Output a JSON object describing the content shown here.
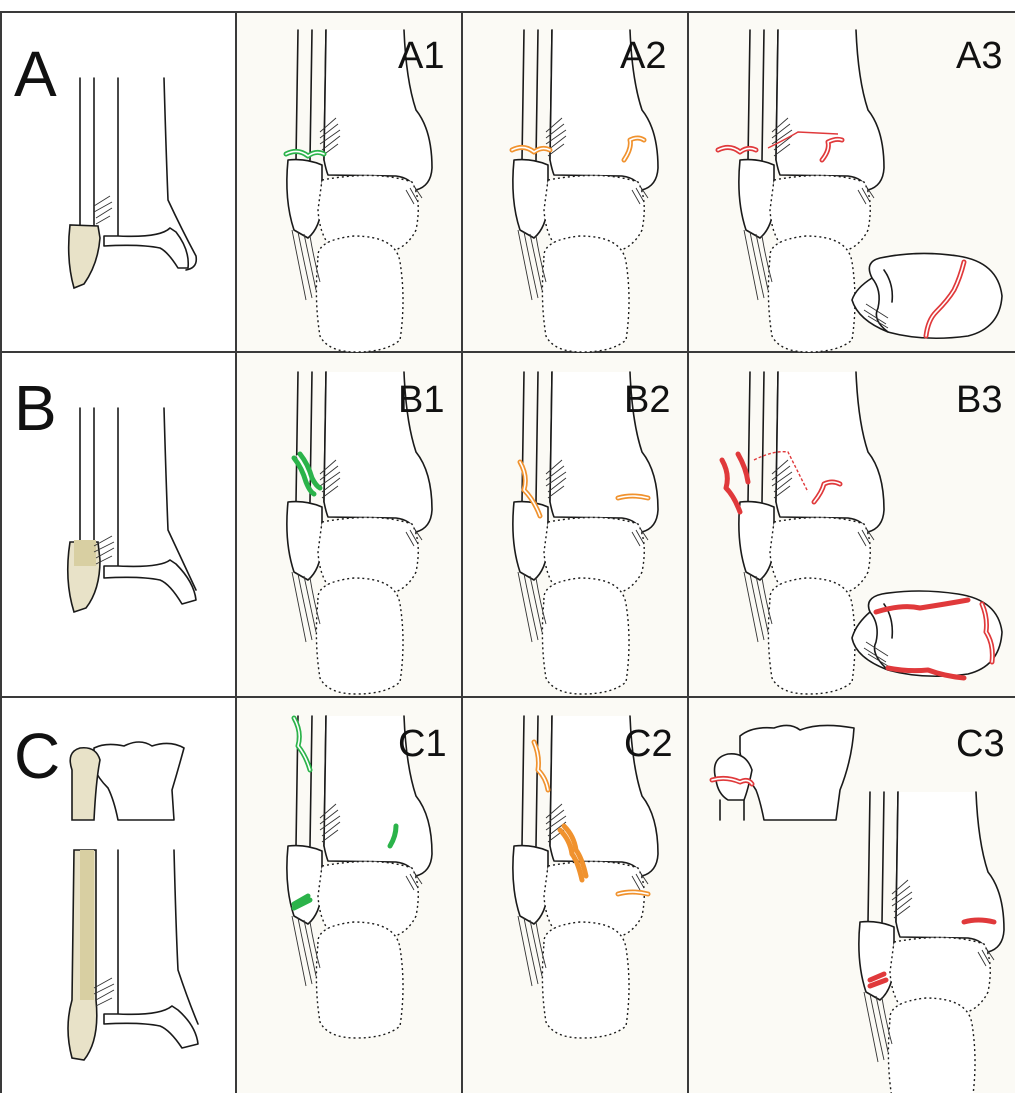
{
  "rows": [
    {
      "label": "A",
      "panels": [
        "A1",
        "A2",
        "A3"
      ]
    },
    {
      "label": "B",
      "panels": [
        "B1",
        "B2",
        "B3"
      ]
    },
    {
      "label": "C",
      "panels": [
        "C1",
        "C2",
        "C3"
      ]
    }
  ],
  "colors": {
    "grade_1": "#2bb34a",
    "grade_2": "#f0922e",
    "grade_3": "#e0393b",
    "highlight_zone": "#ddd3a8",
    "panel_background": "#fbfaf5",
    "grid": "#3a3a3a"
  }
}
